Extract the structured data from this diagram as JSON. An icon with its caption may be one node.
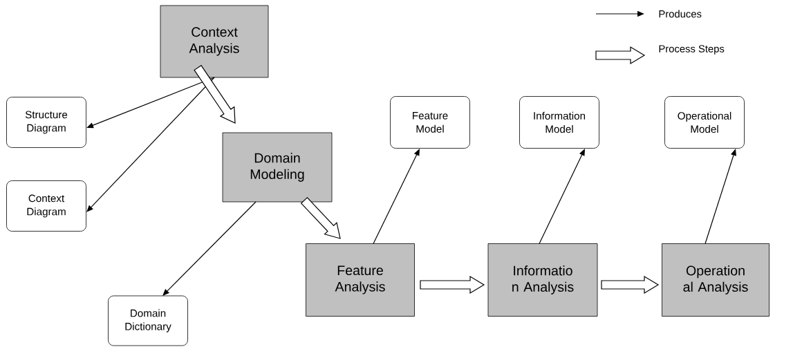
{
  "diagram": {
    "nodes": [
      {
        "text": [
          "Context Analysis"
        ]
      },
      {
        "text": [
          "Structure Diagram"
        ]
      },
      {
        "text": [
          "Context Diagram"
        ]
      },
      {
        "text": [
          "Domain Modeling"
        ]
      },
      {
        "text": [
          "Domain Dictionary"
        ]
      },
      {
        "text": [
          "Feature Model"
        ]
      },
      {
        "text": [
          "Feature Analysis"
        ]
      },
      {
        "text": [
          "Information Model"
        ]
      },
      {
        "text": [
          "Informatio n Analysis"
        ]
      },
      {
        "text": [
          "Operational Model"
        ]
      },
      {
        "text": [
          "Operation al Analysis"
        ]
      }
    ],
    "edges": [
      {
        "from": 0,
        "to": 1,
        "arrow": "to"
      },
      {
        "from": 0,
        "to": 2,
        "arrow": "to"
      },
      {
        "from": 0,
        "to": 3,
        "arrow": "to",
        "style": "thick"
      },
      {
        "from": 3,
        "to": 4,
        "arrow": "to"
      },
      {
        "from": 3,
        "to": 6,
        "arrow": "to",
        "style": "thick"
      },
      {
        "from": 6,
        "to": 5,
        "arrow": "to"
      },
      {
        "from": 8,
        "to": 7,
        "arrow": "to"
      },
      {
        "from": 10,
        "to": 9,
        "arrow": "to"
      },
      {
        "from": 6,
        "to": 8,
        "arrow": "to",
        "style": "thick"
      },
      {
        "from": 8,
        "to": 10,
        "arrow": "to",
        "style": "thick"
      }
    ],
    "legend": [
      {
        "text": "Produces"
      },
      {
        "text": "Process Steps"
      }
    ]
  }
}
